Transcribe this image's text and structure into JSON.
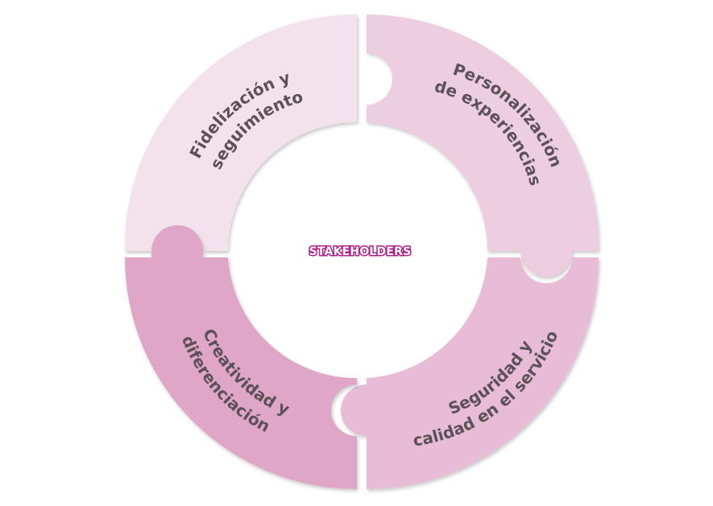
{
  "center": {
    "label": "STAKEHOLDERS"
  },
  "segments": [
    {
      "id": "fidelizacion",
      "lines": [
        "Fidelización y",
        "seguimiento"
      ],
      "color": "#f3e2ec"
    },
    {
      "id": "personalizacion",
      "lines": [
        "Personalización",
        "de experiencias"
      ],
      "color": "#edcde0"
    },
    {
      "id": "seguridad",
      "lines": [
        "Seguridad y",
        "calidad en el servicio"
      ],
      "color": "#e8bcd6"
    },
    {
      "id": "creatividad",
      "lines": [
        "Creatividad y",
        "diferenciación"
      ],
      "color": "#dfa6c7"
    }
  ],
  "colors": {
    "text": "#5b5156",
    "center_text_outline": "#b01f86"
  }
}
